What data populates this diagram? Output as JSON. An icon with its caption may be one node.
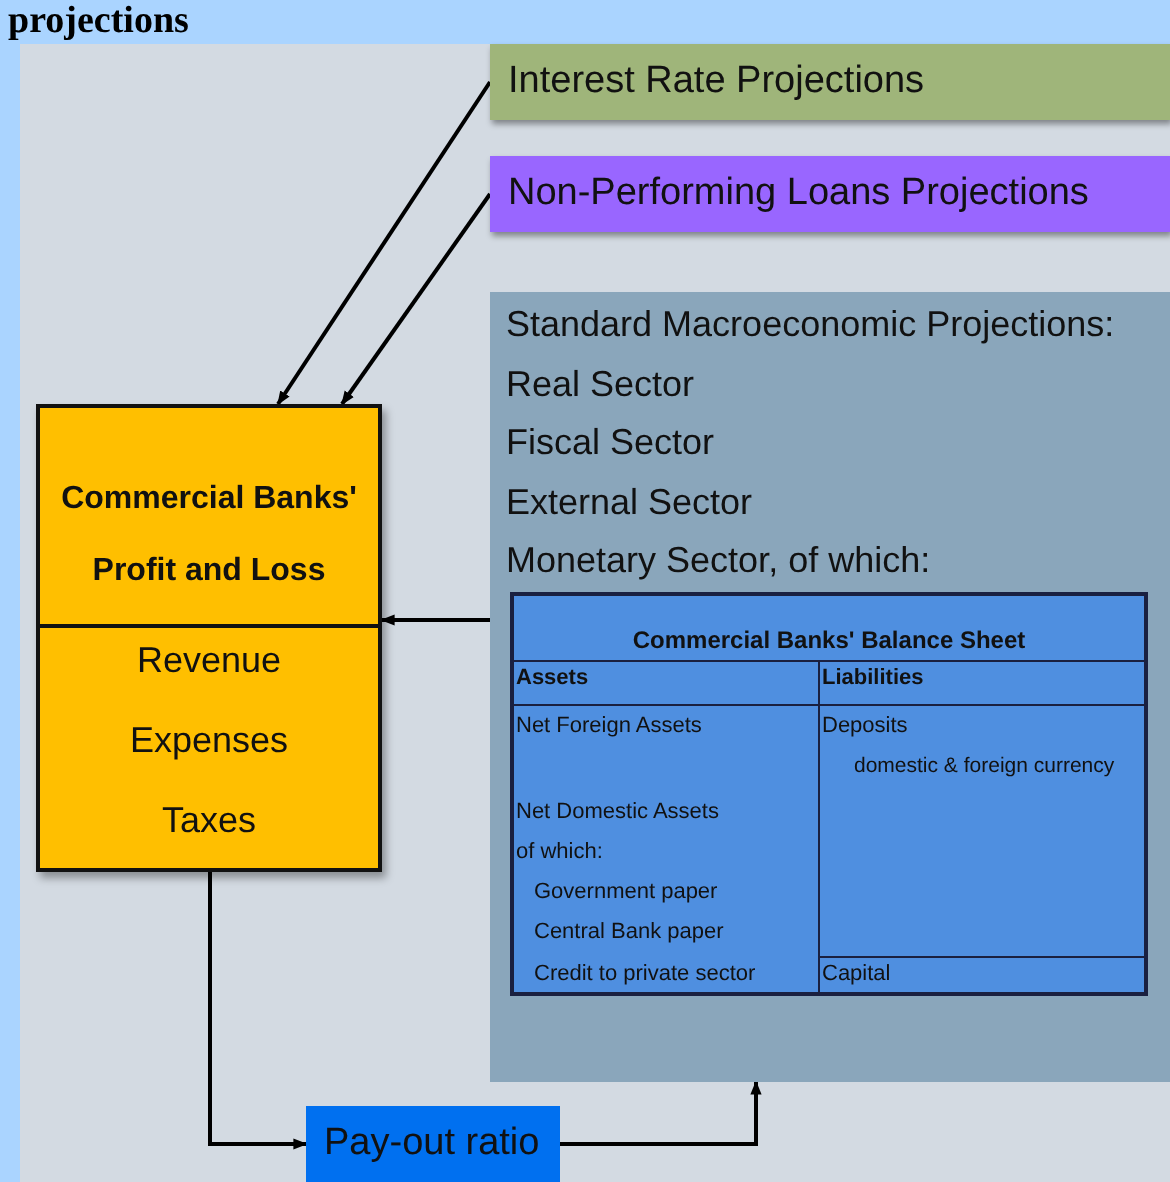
{
  "diagram": {
    "title": "projections",
    "nodes": [
      {
        "text": [
          "Interest Rate Projections"
        ]
      },
      {
        "text": [
          "Non-Performing Loans Projections"
        ]
      },
      {
        "text": [
          "Standard Macroeconomic Projections:",
          "Real Sector",
          "Fiscal Sector",
          "External Sector",
          "Monetary Sector, of which:"
        ]
      },
      {
        "text": [
          "Commercial Banks' Balance Sheet"
        ],
        "in": 2
      },
      {
        "text": [
          "Commercial Banks' Profit and Loss",
          "Revenue",
          "Expenses",
          "Taxes"
        ]
      },
      {
        "text": [
          "Pay-out ratio"
        ]
      }
    ],
    "edges": [
      {
        "from": 0,
        "to": 4,
        "arrow": "to"
      },
      {
        "from": 1,
        "to": 4,
        "arrow": "to"
      },
      {
        "from": 2,
        "to": 4,
        "arrow": "to"
      },
      {
        "from": 4,
        "to": 5,
        "arrow": "to"
      },
      {
        "from": 5,
        "to": 2,
        "arrow": "to"
      }
    ],
    "labels": [
      "Assets",
      "Liabilities",
      "Net Foreign Assets",
      "Deposits",
      "domestic & foreign currency",
      "Net Domestic Assets",
      "of which:",
      "Government paper",
      "Central Bank paper",
      "Credit to private sector",
      "Capital"
    ]
  }
}
